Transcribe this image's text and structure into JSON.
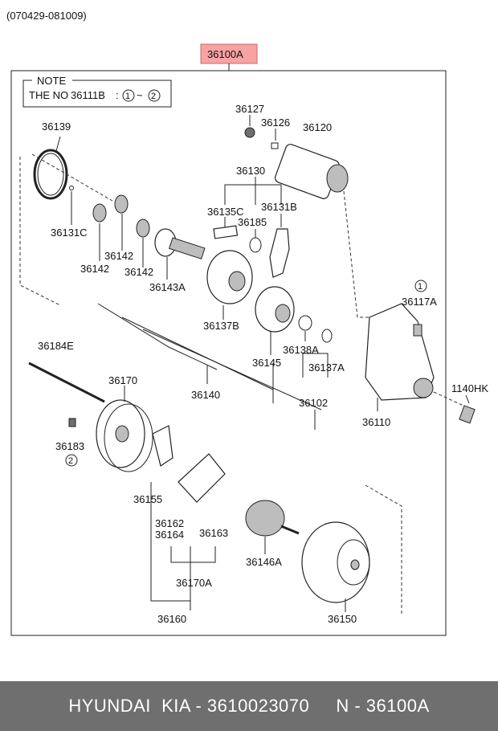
{
  "header": {
    "date_range": "(070429-081009)",
    "assembly_label": "36100A"
  },
  "note": {
    "title": "NOTE",
    "line_prefix": "THE NO",
    "line_part": "36111B",
    "line_sep": ":",
    "range_from": "1",
    "range_tilde": "~",
    "range_to": "2"
  },
  "labels": {
    "l36139": "36139",
    "l36131C": "36131C",
    "l36142a": "36142",
    "l36142b": "36142",
    "l36142c": "36142",
    "l36143A": "36143A",
    "l36127": "36127",
    "l36126": "36126",
    "l36120": "36120",
    "l36130": "36130",
    "l36135C": "36135C",
    "l36185": "36185",
    "l36131B": "36131B",
    "l36137B": "36137B",
    "l36145": "36145",
    "l36138A": "36138A",
    "l36137A": "36137A",
    "l36102": "36102",
    "l36140": "36140",
    "l36117A": "36117A",
    "l1140HK": "1140HK",
    "l36110": "36110",
    "l36184E": "36184E",
    "l36170": "36170",
    "l36183": "36183",
    "l36155": "36155",
    "l36162": "36162",
    "l36164": "36164",
    "l36163": "36163",
    "l36170A": "36170A",
    "l36160": "36160",
    "l36146A": "36146A",
    "l36150": "36150",
    "circ1": "1",
    "circ2": "2"
  },
  "colors": {
    "assembly_box": "#f7a3a3",
    "footer_bg": "#6f6f6f"
  },
  "footer": {
    "text": "HYUNDAI  KIA - 3610023070     N - 36100A"
  }
}
